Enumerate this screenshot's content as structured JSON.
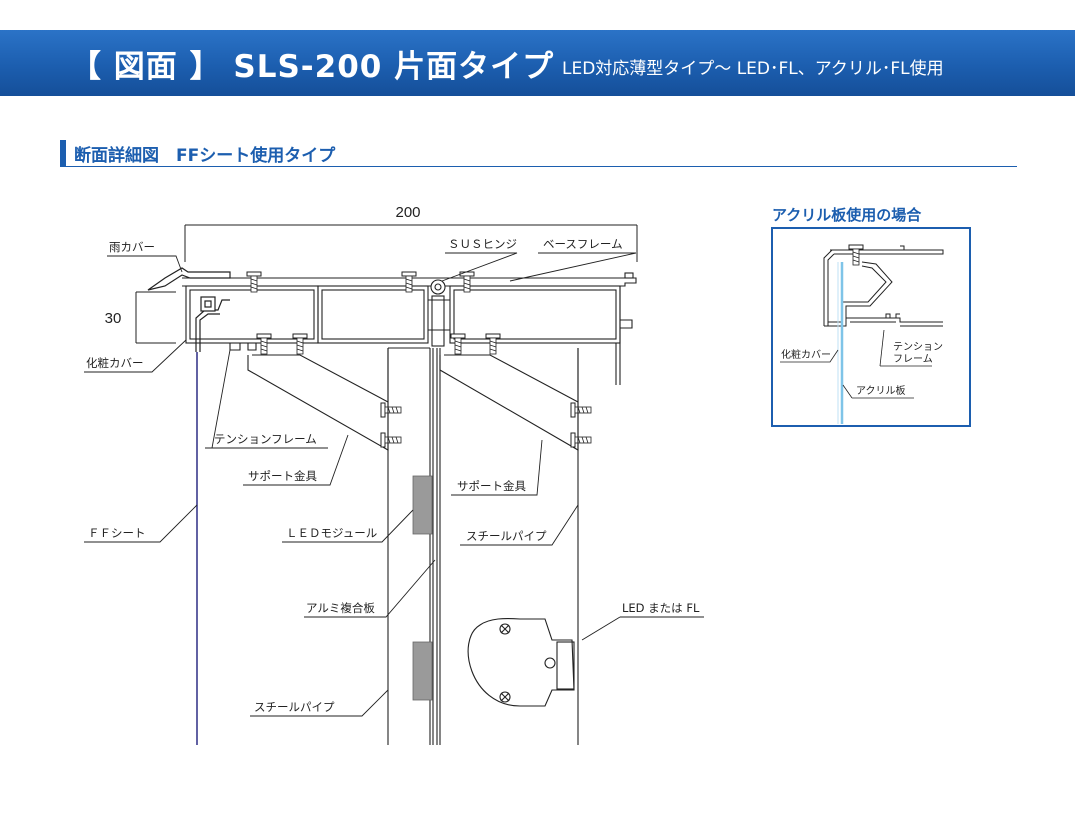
{
  "header": {
    "title": "【 図面 】 SLS-200 片面タイプ",
    "subtitle": "LED対応薄型タイプ〜 LED･FL、アクリル･FL使用"
  },
  "section": {
    "title": "断面詳細図　FFシート使用タイプ"
  },
  "dimensions": {
    "width": "200",
    "height": "30"
  },
  "labels": {
    "rain_cover": "雨カバー",
    "sus_hinge": "ＳＵＳヒンジ",
    "base_frame": "ベースフレーム",
    "decor_cover": "化粧カバー",
    "tension_frame": "テンションフレーム",
    "support_bracket_left": "サポート金具",
    "support_bracket_right": "サポート金具",
    "ff_sheet": "ＦＦシート",
    "led_module": "ＬＥＤモジュール",
    "steel_pipe_right": "スチールパイプ",
    "aluminium_composite": "アルミ複合板",
    "led_or_fl": "LED または FL",
    "steel_pipe_left": "スチールパイプ"
  },
  "inset": {
    "title": "アクリル板使用の場合",
    "decor_cover": "化粧カバー",
    "tension_frame_line1": "テンション",
    "tension_frame_line2": "フレーム",
    "acrylic_board": "アクリル板"
  },
  "colors": {
    "brand_blue": "#1c5eaf",
    "acrylic": "#7fc4e8",
    "ff_sheet": "#3a3a8c",
    "led_module": "#9a9a9a"
  }
}
